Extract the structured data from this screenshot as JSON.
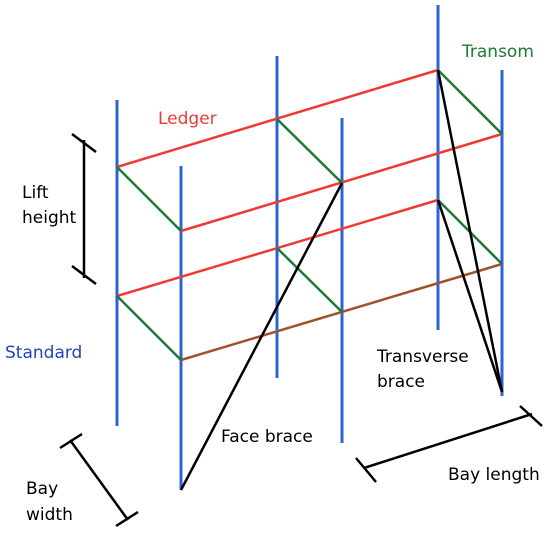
{
  "labels": {
    "ledger": "Ledger",
    "transom": "Transom",
    "lift_height": [
      "Lift",
      "height"
    ],
    "standard": "Standard",
    "transverse_brace": [
      "Transverse",
      "brace"
    ],
    "face_brace": "Face brace",
    "bay_width": [
      "Bay",
      "width"
    ],
    "bay_length": "Bay length"
  },
  "colors": {
    "standard": "#2e63d6",
    "ledger": "#ee3a35",
    "ledger_lower": "#a0522d",
    "transom": "#1f7a34",
    "brace": "#000000",
    "standard_label": "#2244b8",
    "ledger_label": "#ee3a35",
    "transom_label": "#1f7a34",
    "text": "#000000"
  },
  "icons": {
    "dimension_tick": "tick-mark-icon"
  }
}
